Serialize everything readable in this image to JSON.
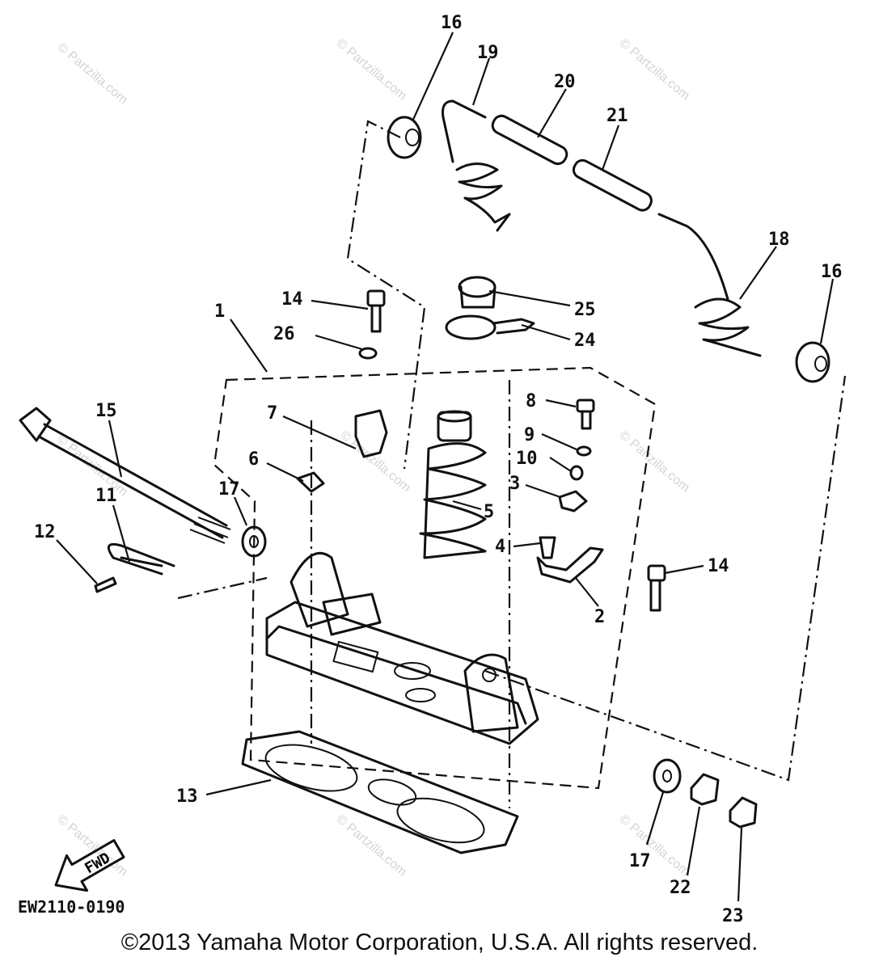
{
  "diagram": {
    "code": "EW2110-0190",
    "copyright": "©2013 Yamaha Motor Corporation, U.S.A. All rights reserved.",
    "watermark": "© Partzilla.com",
    "fwd_label": "FWD",
    "callouts": [
      "1",
      "2",
      "3",
      "4",
      "5",
      "6",
      "7",
      "8",
      "9",
      "10",
      "11",
      "12",
      "13",
      "14",
      "14",
      "15",
      "16",
      "16",
      "17",
      "17",
      "18",
      "19",
      "20",
      "21",
      "22",
      "23",
      "24",
      "25",
      "26"
    ]
  }
}
